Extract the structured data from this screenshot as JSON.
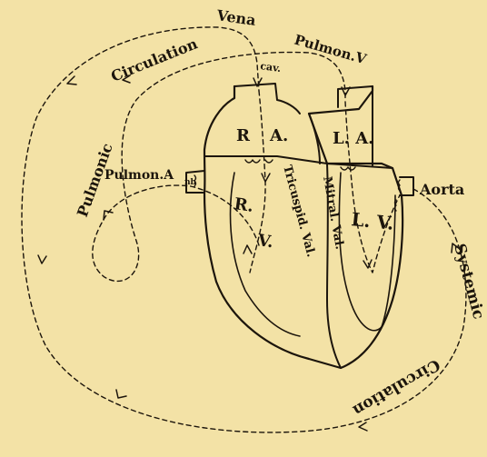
{
  "labels": {
    "vena": "Vena",
    "cav": "cav.",
    "pulmon_v": "Pulmon.V",
    "circulation_top": "Circulation",
    "pulmonic": "Pulmonic",
    "pulmon_a": "Pulmon.A",
    "nb": "nb",
    "aorta": "Aorta",
    "ra_r": "R",
    "ra_a": "A.",
    "la": "L. A.",
    "rv_r": "R.",
    "rv_v": "V.",
    "lv": "L. V.",
    "tricuspid": "Tricuspid. Val.",
    "mitral": "Mitral. Val.",
    "systemic": "Systemic",
    "circulation_bottom": "Circulation"
  },
  "colors": {
    "paper": "#f3e2a6",
    "ink": "#1c150c"
  }
}
